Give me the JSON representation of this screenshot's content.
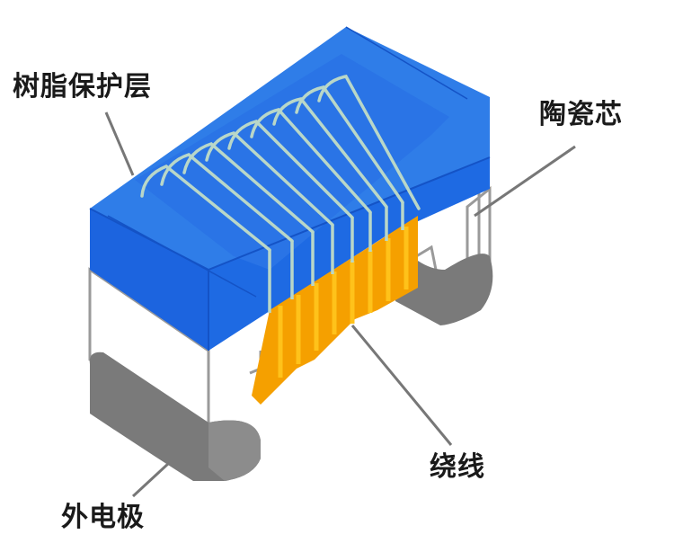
{
  "diagram": {
    "subject": "wire-wound chip inductor structure",
    "labels": {
      "resin_layer": "树脂保护层",
      "ceramic_core": "陶瓷芯",
      "winding_wire": "绕线",
      "outer_electrode": "外电极"
    },
    "colors": {
      "resin_top": "#2f7de8",
      "resin_front": "#1c64df",
      "resin_dark": "#1453c6",
      "ceramic": "#ffffff",
      "wire_top": "#b9d7c8",
      "wire_front": "#f5a000",
      "wire_highlight": "#ffc21a",
      "electrode": "#7a7a7a",
      "electrode_light": "#8c8c8c",
      "leader_line": "#777777",
      "text": "#1a1a1a"
    }
  }
}
